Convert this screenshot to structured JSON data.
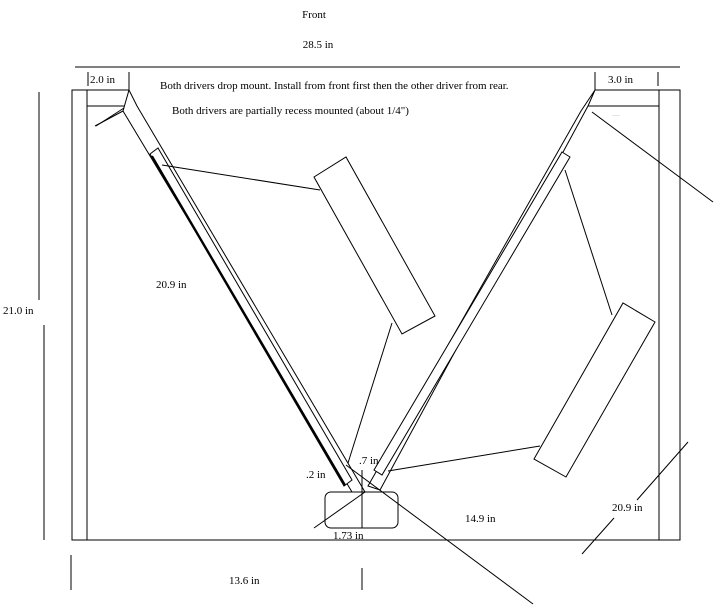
{
  "title": "Front",
  "notes": {
    "line1": "Both drivers drop mount.  Install from front first then the other driver from rear.",
    "line2": "Both drivers are partially recess mounted (about 1/4\")"
  },
  "dimensions": {
    "width_overall": "28.5 in",
    "height_overall": "21.0 in",
    "left_baffle_offset": "2.0 in",
    "right_baffle_offset": "3.0 in",
    "left_panel_length": "20.9 in",
    "right_panel_length": "20.9 in",
    "inner_span": "14.9 in",
    "throat_offset": ".7 in",
    "throat_gap": ".2 in",
    "throat_width": "1.73 in",
    "bottom_half_width": "13.6 in"
  },
  "colors": {
    "line": "#000000",
    "background": "#ffffff"
  }
}
